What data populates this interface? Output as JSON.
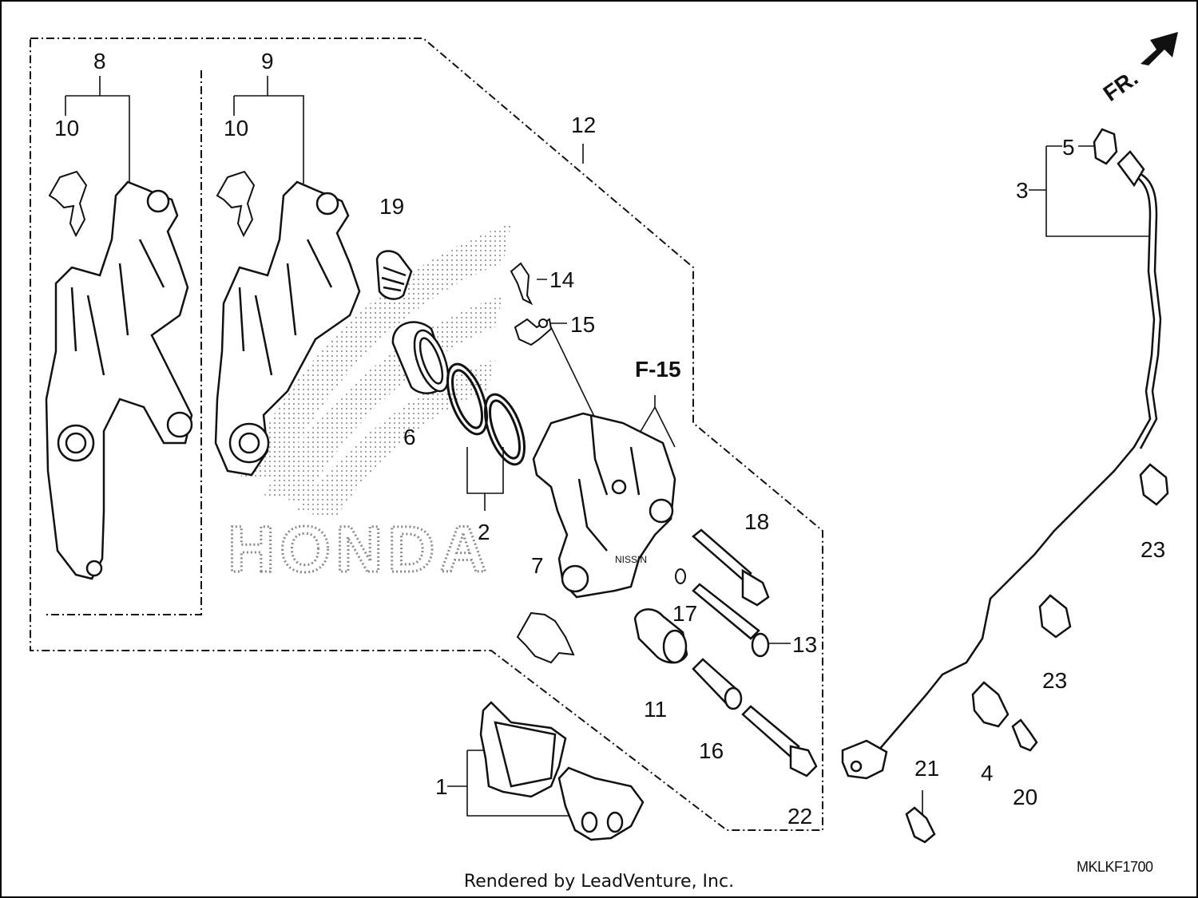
{
  "callouts": {
    "c1": "1",
    "c2": "2",
    "c3": "3",
    "c4": "4",
    "c5": "5",
    "c6": "6",
    "c7": "7",
    "c8": "8",
    "c9": "9",
    "c10a": "10",
    "c10b": "10",
    "c11": "11",
    "c12": "12",
    "c13": "13",
    "c14": "14",
    "c15": "15",
    "c16": "16",
    "c17": "17",
    "c18": "18",
    "c19": "19",
    "c20": "20",
    "c21": "21",
    "c22": "22",
    "c23a": "23",
    "c23b": "23"
  },
  "reference": "F-15",
  "front_arrow": "FR.",
  "watermark": "HONDA",
  "diagram_code": "MKLKF1700",
  "footer": "Rendered by LeadVenture, Inc.",
  "colors": {
    "line": "#111111",
    "watermark": "#bdbdbd",
    "background": "#ffffff"
  }
}
